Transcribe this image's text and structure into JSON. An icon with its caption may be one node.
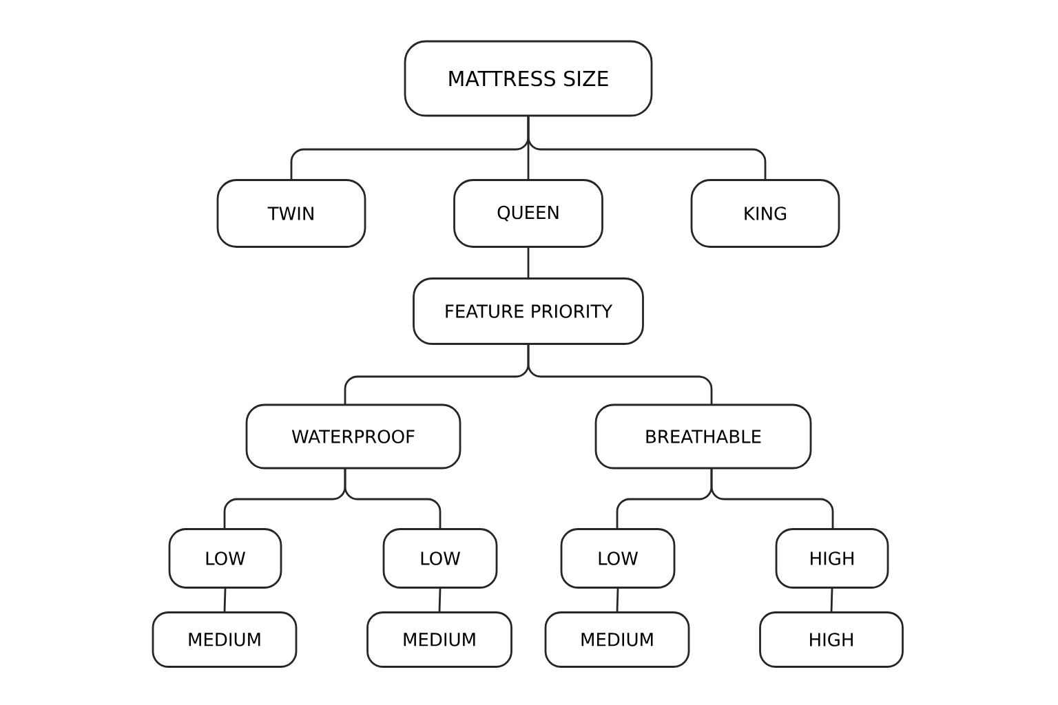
{
  "diagram": {
    "nodes": [
      {
        "text": [
          "MATTRESS SIZE"
        ]
      },
      {
        "text": [
          "TWIN"
        ]
      },
      {
        "text": [
          "QUEEN"
        ]
      },
      {
        "text": [
          "KING"
        ]
      },
      {
        "text": [
          "FEATURE PRIORITY"
        ]
      },
      {
        "text": [
          "WATERPROOF"
        ]
      },
      {
        "text": [
          "BREATHABLE"
        ]
      },
      {
        "text": [
          "LOW"
        ]
      },
      {
        "text": [
          "LOW"
        ]
      },
      {
        "text": [
          "LOW"
        ]
      },
      {
        "text": [
          "HIGH"
        ]
      },
      {
        "text": [
          "MEDIUM"
        ]
      },
      {
        "text": [
          "MEDIUM"
        ]
      },
      {
        "text": [
          "MEDIUM"
        ]
      },
      {
        "text": [
          "HIGH"
        ]
      }
    ],
    "edges": [
      {
        "from": 0,
        "to": 1,
        "arrow": "none"
      },
      {
        "from": 0,
        "to": 2,
        "arrow": "none"
      },
      {
        "from": 0,
        "to": 3,
        "arrow": "none"
      },
      {
        "from": 2,
        "to": 4,
        "arrow": "none"
      },
      {
        "from": 4,
        "to": 5,
        "arrow": "none"
      },
      {
        "from": 4,
        "to": 6,
        "arrow": "none"
      },
      {
        "from": 5,
        "to": 7,
        "arrow": "none"
      },
      {
        "from": 5,
        "to": 8,
        "arrow": "none"
      },
      {
        "from": 6,
        "to": 9,
        "arrow": "none"
      },
      {
        "from": 6,
        "to": 10,
        "arrow": "none"
      },
      {
        "from": 7,
        "to": 11,
        "arrow": "none"
      },
      {
        "from": 8,
        "to": 12,
        "arrow": "none"
      },
      {
        "from": 9,
        "to": 13,
        "arrow": "none"
      },
      {
        "from": 10,
        "to": 14,
        "arrow": "none"
      }
    ]
  }
}
